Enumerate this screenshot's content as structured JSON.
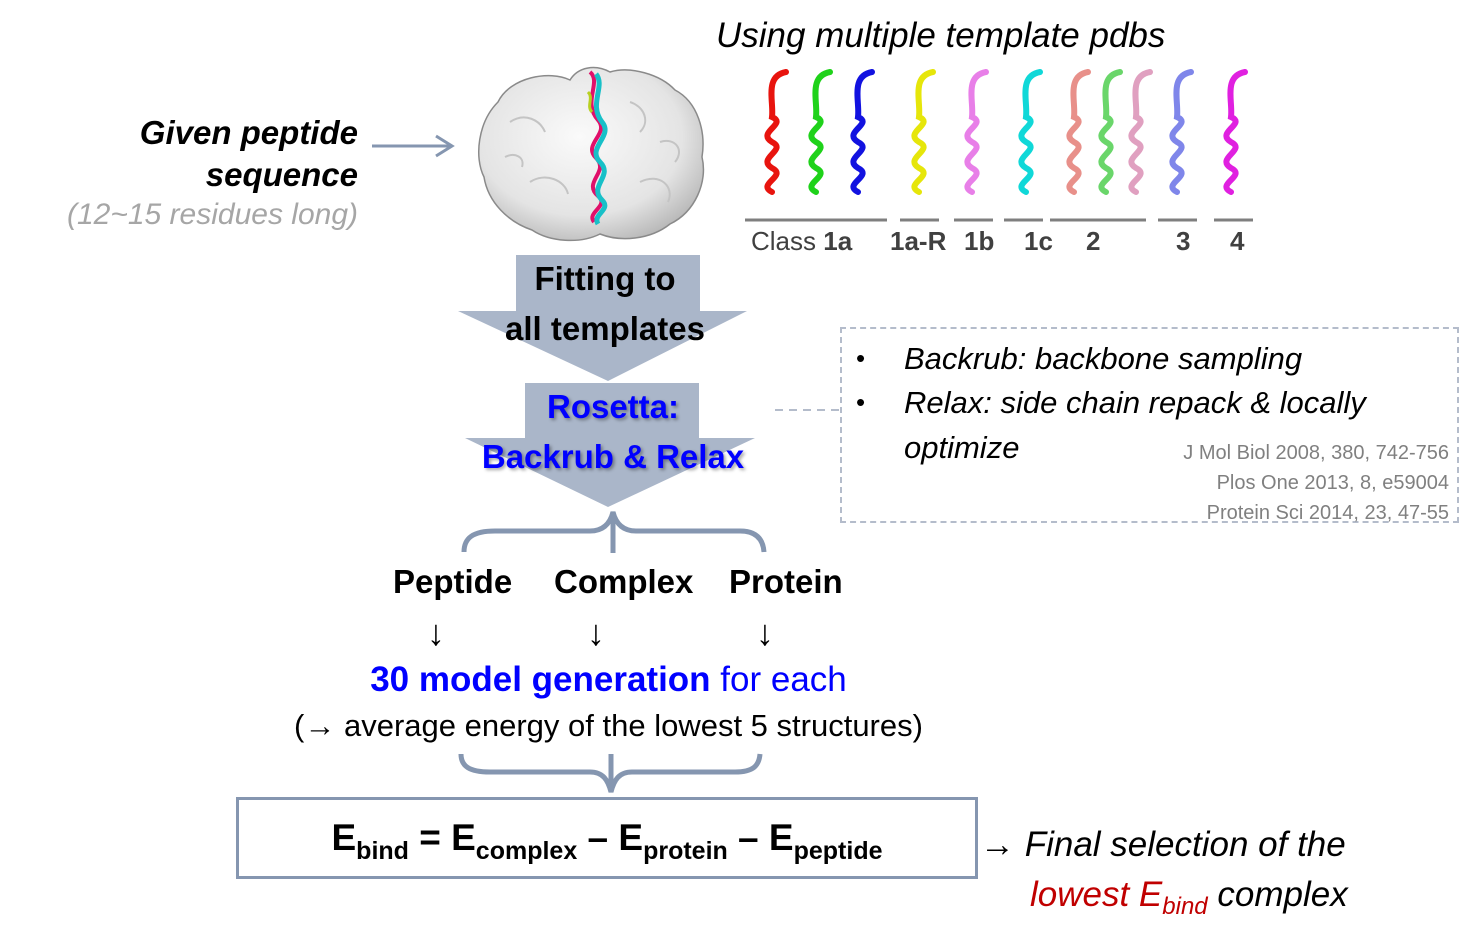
{
  "input": {
    "title_line1": "Given peptide",
    "title_line2": "sequence",
    "residues_note": "(12~15 residues long)"
  },
  "protein_image": {
    "icon": "protein-surface-with-peptide-helix"
  },
  "templates": {
    "title": "Using multiple template pdbs",
    "class_prefix": "Class",
    "classes": [
      {
        "label": "1a",
        "helix_colors": [
          "#e8140e",
          "#1fd21a",
          "#1212e0"
        ]
      },
      {
        "label": "1a-R",
        "helix_colors": [
          "#e6e60a"
        ]
      },
      {
        "label": "1b",
        "helix_colors": [
          "#e87fe8"
        ]
      },
      {
        "label": "1c",
        "helix_colors": [
          "#10d8d8"
        ]
      },
      {
        "label": "2",
        "helix_colors": [
          "#e8908a",
          "#6ad66a",
          "#e0a0c0"
        ]
      },
      {
        "label": "3",
        "helix_colors": [
          "#7f86ea"
        ]
      },
      {
        "label": "4",
        "helix_colors": [
          "#e020e0"
        ]
      }
    ]
  },
  "flow": {
    "step1_line1": "Fitting to",
    "step1_line2": "all templates",
    "step2_line1": "Rosetta:",
    "step2_line2": "Backrub & Relax",
    "branches": [
      "Peptide",
      "Complex",
      "Protein"
    ],
    "down_arrow": "↓",
    "model_gen_bold": "30 model generation",
    "model_gen_rest": " for each",
    "average_note": "(→ average energy of the lowest 5 structures)"
  },
  "notes": {
    "bullets": [
      "Backrub: backbone sampling",
      "Relax: side chain repack & locally",
      "optimize"
    ],
    "references": [
      "J Mol Biol 2008, 380, 742-756",
      "Plos One 2013, 8, e59004",
      "Protein Sci 2014, 23, 47-55"
    ]
  },
  "equation": {
    "E": "E",
    "bind": "bind",
    "eq": " = ",
    "complex": "complex",
    "minus": " – ",
    "protein": "protein",
    "peptide": "peptide"
  },
  "final": {
    "arrow": "→",
    "line1": " Final selection of the",
    "lowest": "lowest E",
    "bind": "bind",
    "complex": " complex"
  },
  "colors": {
    "arrow_fill": "#aab6c9",
    "connector": "#8596b0",
    "accent_blue": "#0000ff",
    "accent_red": "#c00000",
    "reference_gray": "#808080"
  }
}
